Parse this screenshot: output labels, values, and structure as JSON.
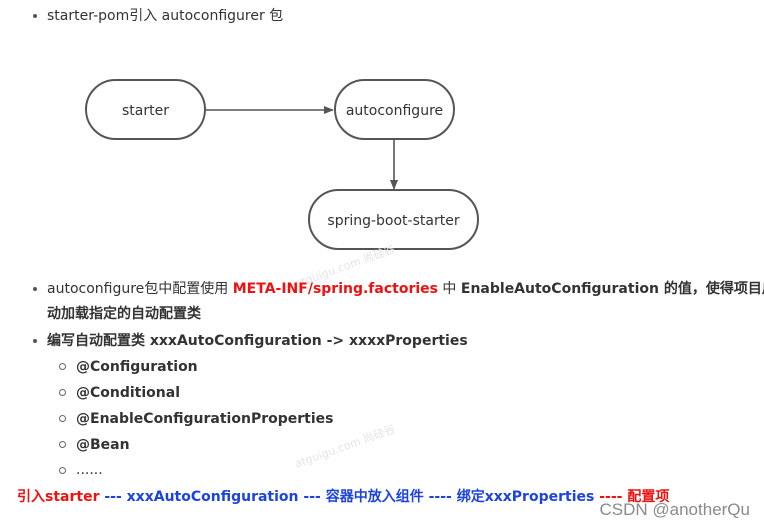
{
  "intro": {
    "text": "starter-pom引入 autoconfigurer 包"
  },
  "diagram": {
    "nodes": {
      "starter": "starter",
      "autoconfigure": "autoconfigure",
      "spring_boot_starter": "spring-boot-starter"
    },
    "edges": [
      {
        "from": "starter",
        "to": "autoconfigure"
      },
      {
        "from": "autoconfigure",
        "to": "spring-boot-starter"
      }
    ]
  },
  "point1": {
    "prefix": "autoconfigure包中配置使用 ",
    "highlight": "META-INF/spring.factories",
    "middle": " 中 ",
    "rest": "EnableAutoConfiguration 的值，使得项目启",
    "line2": "动加载指定的自动配置类"
  },
  "point2": {
    "text": "编写自动配置类 xxxAutoConfiguration -> xxxxProperties",
    "sub_items": [
      "@Configuration",
      "@Conditional",
      "@EnableConfigurationProperties",
      "@Bean",
      "......"
    ]
  },
  "summary": {
    "part1": "引入starter",
    "sep1": " --- ",
    "part2": "xxxAutoConfiguration",
    "sep2": " --- ",
    "part3": "容器中放入组件",
    "sep3": " ---- ",
    "part4": "绑定xxxProperties",
    "sep4": " ---- ",
    "part5": "配置项"
  },
  "watermarks": {
    "wm1": "atguigu.com 尚硅谷",
    "wm2": "atguigu.com 尚硅谷"
  },
  "footer": {
    "credit": "CSDN @anotherQu"
  },
  "colors": {
    "highlight_red": "#ee1111",
    "summary_blue": "#1c43e0",
    "node_stroke": "#555555"
  }
}
